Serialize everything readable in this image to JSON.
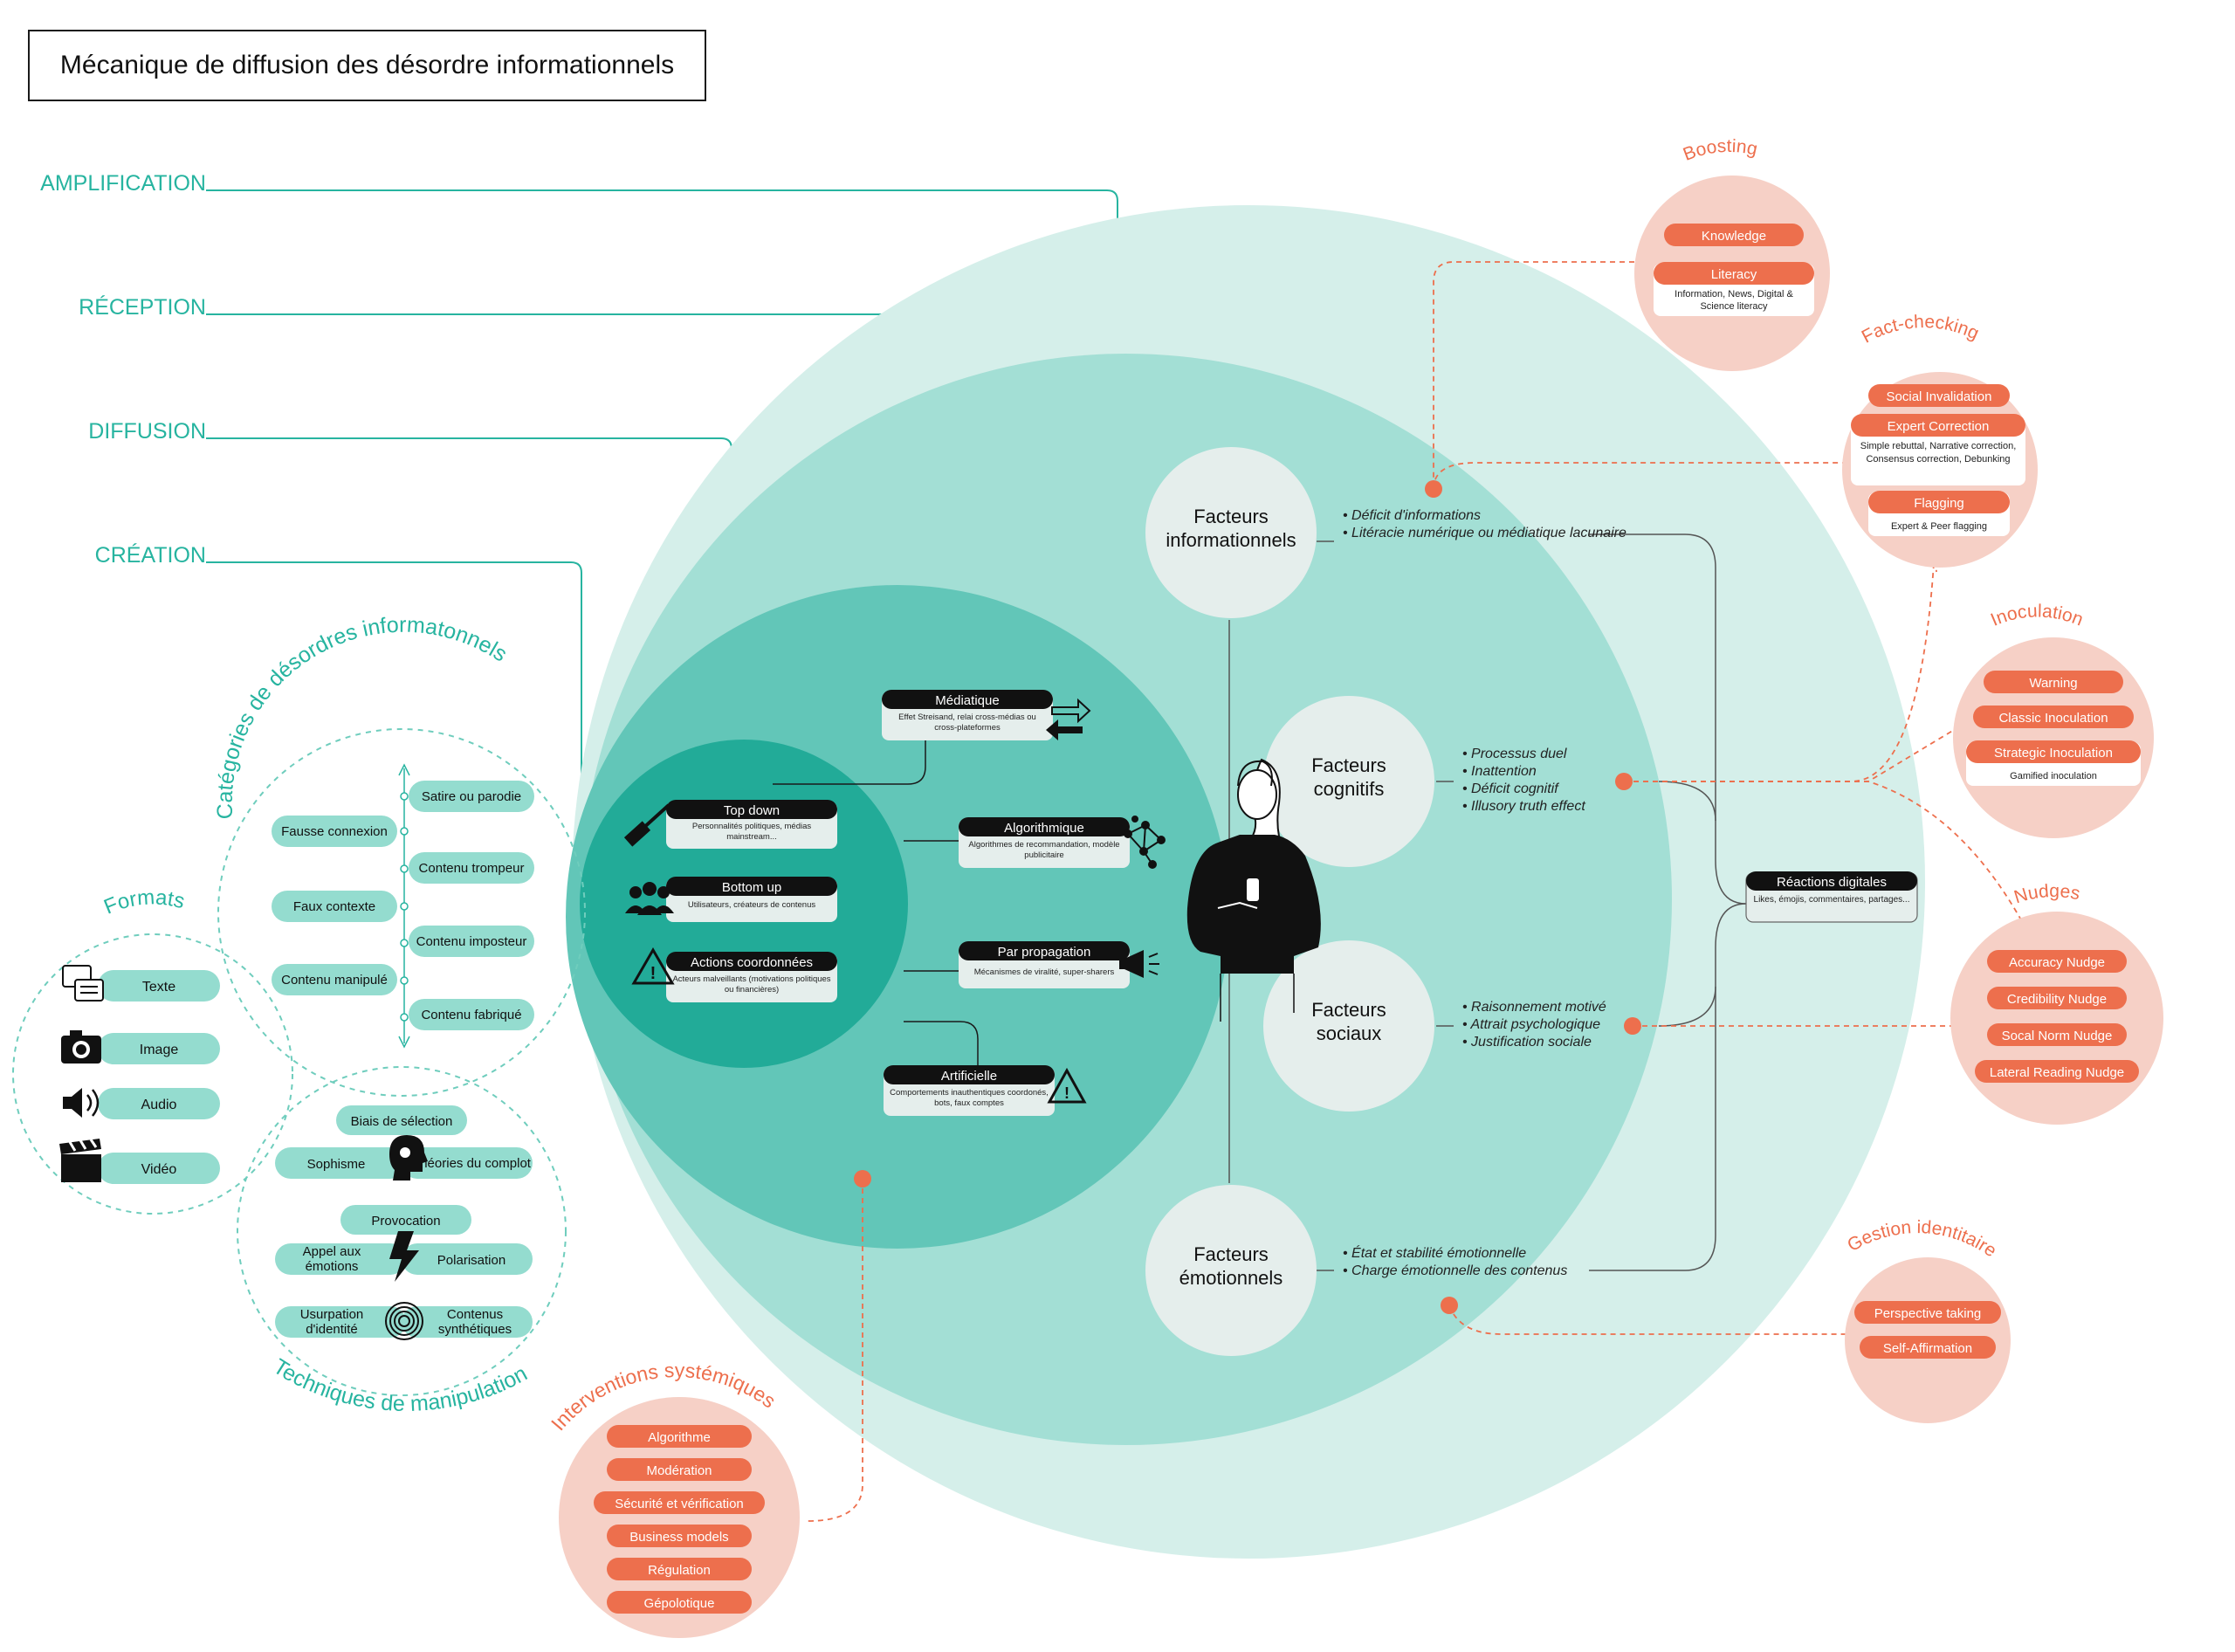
{
  "title": "Mécanique de diffusion des désordre informationnels",
  "colors": {
    "teal_text": "#27b4a0",
    "ring_outer": "#d5efea",
    "ring_mid": "#a3dfd5",
    "ring_inner": "#62c6b8",
    "core": "#22ab98",
    "pill": "#94dccf",
    "grey_circle": "#e5eeec",
    "orange": "#ed6f4d",
    "salmon": "#f6d0c6",
    "dark": "#111111"
  },
  "stages": [
    "AMPLIFICATION",
    "RÉCEPTION",
    "DIFFUSION",
    "CRÉATION"
  ],
  "categories": {
    "title": "Catégories de désordres informatonnels",
    "items": [
      "Fausse connexion",
      "Faux contexte",
      "Contenu manipulé",
      "Satire ou parodie",
      "Contenu trompeur",
      "Contenu imposteur",
      "Contenu fabriqué"
    ]
  },
  "formats": {
    "title": "Formats",
    "items": [
      "Texte",
      "Image",
      "Audio",
      "Vidéo"
    ]
  },
  "techniques": {
    "title": "Techniques de manipulation",
    "items": [
      "Biais de sélection",
      "Sophisme",
      "Théories du complot",
      "Provocation",
      "Appel aux émotions",
      "Polarisation",
      "Usurpation d'identité",
      "Contenus synthétiques"
    ]
  },
  "actors": [
    {
      "title": "Top down",
      "desc": "Personnalités politiques, médias mainstream..."
    },
    {
      "title": "Bottom up",
      "desc": "Utilisateurs, créateurs de contenus"
    },
    {
      "title": "Actions coordonnées",
      "desc": "Acteurs malveillants (motivations politiques ou financières)"
    }
  ],
  "channels": [
    {
      "title": "Médiatique",
      "desc": "Effet Streisand, relai cross-médias ou cross-plateformes"
    },
    {
      "title": "Algorithmique",
      "desc": "Algorithmes de recommandation, modèle publicitaire"
    },
    {
      "title": "Par propagation",
      "desc": "Mécanismes de viralité, super-sharers"
    },
    {
      "title": "Artificielle",
      "desc": "Comportements inauthentiques coordonés, bots, faux comptes"
    }
  ],
  "factors": [
    {
      "name": "Facteurs informationnels",
      "bullets": [
        "Déficit d'informations",
        "Litéracie numérique ou médiatique lacunaire"
      ]
    },
    {
      "name": "Facteurs cognitifs",
      "bullets": [
        "Processus duel",
        "Inattention",
        "Déficit cognitif",
        "Illusory truth effect"
      ]
    },
    {
      "name": "Facteurs sociaux",
      "bullets": [
        "Raisonnement motivé",
        "Attrait psychologique",
        "Justification sociale"
      ]
    },
    {
      "name": "Facteurs émotionnels",
      "bullets": [
        "État et stabilité émotionnelle",
        "Charge émotionnelle des contenus"
      ]
    }
  ],
  "reactions": {
    "title": "Réactions digitales",
    "desc": "Likes, émojis, commentaires, partages..."
  },
  "interventions": [
    {
      "title": "Boosting",
      "items": [
        "Knowledge",
        "Literacy"
      ],
      "note": "Information, News, Digital & Science literacy"
    },
    {
      "title": "Fact-checking",
      "items": [
        "Social Invalidation",
        "Expert Correction",
        "Flagging"
      ],
      "notes": [
        "Simple rebuttal, Narrative correction, Consensus correction, Debunking",
        "Expert & Peer flagging"
      ]
    },
    {
      "title": "Inoculation",
      "items": [
        "Warning",
        "Classic Inoculation",
        "Strategic Inoculation"
      ],
      "note": "Gamified inoculation"
    },
    {
      "title": "Nudges",
      "items": [
        "Accuracy Nudge",
        "Credibility Nudge",
        "Socal Norm Nudge",
        "Lateral Reading Nudge"
      ]
    },
    {
      "title": "Gestion identitaire",
      "items": [
        "Perspective taking",
        "Self-Affirmation"
      ]
    },
    {
      "title": "Interventions systémiques",
      "items": [
        "Algorithme",
        "Modération",
        "Sécurité et vérification",
        "Business models",
        "Régulation",
        "Gépolotique"
      ]
    }
  ]
}
